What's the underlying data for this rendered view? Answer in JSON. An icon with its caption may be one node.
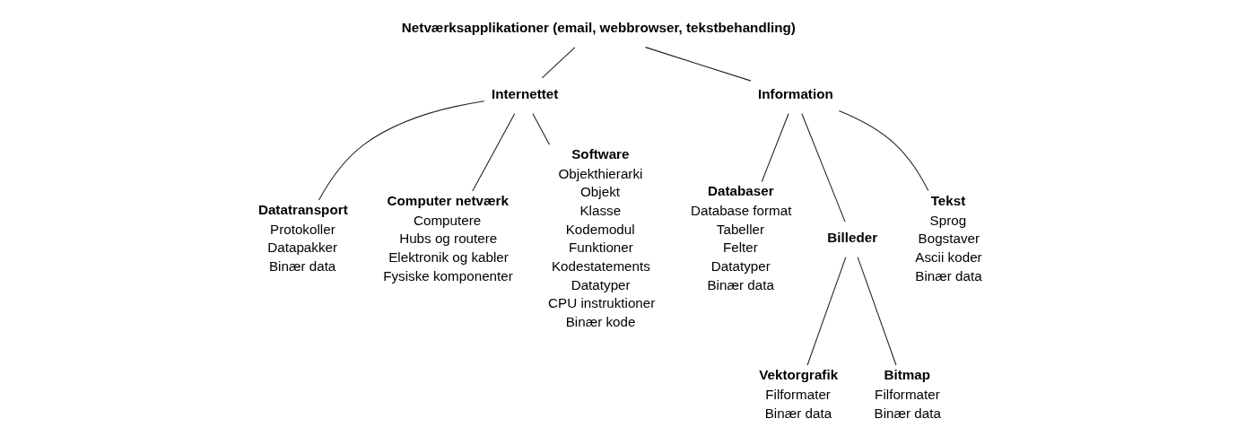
{
  "diagram": {
    "nodes": [
      {
        "text": [
          "Netværksapplikationer (email, webbrowser, tekstbehandling)"
        ]
      },
      {
        "text": [
          "Internettet"
        ]
      },
      {
        "text": [
          "Information"
        ]
      },
      {
        "text": [
          "Datatransport",
          "Protokoller",
          "Datapakker",
          "Binær data"
        ]
      },
      {
        "text": [
          "Computer netværk",
          "Computere",
          "Hubs og routere",
          "Elektronik og kabler",
          "Fysiske komponenter"
        ]
      },
      {
        "text": [
          "Software",
          "Objekthierarki",
          "Objekt",
          "Klasse",
          "Kodemodul",
          "Funktioner",
          "Kodestatements",
          "Datatyper",
          "CPU instruktioner",
          "Binær kode"
        ]
      },
      {
        "text": [
          "Databaser",
          "Database format",
          "Tabeller",
          "Felter",
          "Datatyper",
          "Binær data"
        ]
      },
      {
        "text": [
          "Billeder"
        ]
      },
      {
        "text": [
          "Tekst",
          "Sprog",
          "Bogstaver",
          "Ascii koder",
          "Binær data"
        ]
      },
      {
        "text": [
          "Vektorgrafik",
          "Filformater",
          "Binær data"
        ]
      },
      {
        "text": [
          "Bitmap",
          "Filformater",
          "Binær data"
        ]
      }
    ],
    "edges": [
      {
        "from": 0,
        "to": 1,
        "arrow": "none"
      },
      {
        "from": 0,
        "to": 2,
        "arrow": "none"
      },
      {
        "from": 1,
        "to": 3,
        "arrow": "none"
      },
      {
        "from": 1,
        "to": 4,
        "arrow": "none"
      },
      {
        "from": 1,
        "to": 5,
        "arrow": "none"
      },
      {
        "from": 2,
        "to": 6,
        "arrow": "none"
      },
      {
        "from": 2,
        "to": 7,
        "arrow": "none"
      },
      {
        "from": 2,
        "to": 8,
        "arrow": "none"
      },
      {
        "from": 7,
        "to": 9,
        "arrow": "none"
      },
      {
        "from": 7,
        "to": 10,
        "arrow": "none"
      }
    ]
  }
}
